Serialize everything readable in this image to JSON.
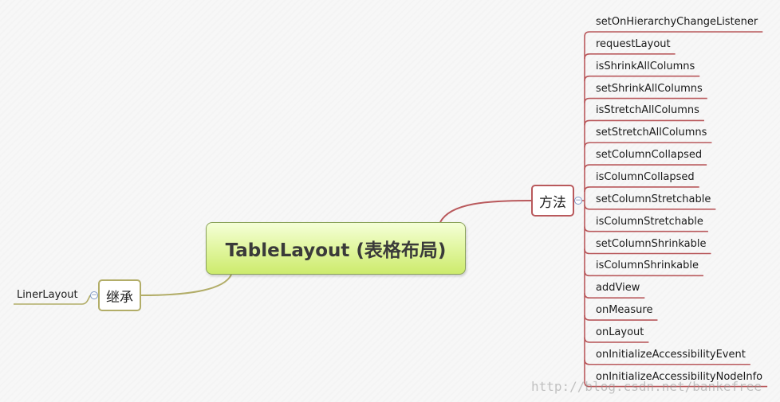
{
  "central_topic": "TableLayout (表格布局)",
  "branches": {
    "methods": {
      "label": "方法",
      "color": "#b9595c",
      "items": [
        "setOnHierarchyChangeListener",
        "requestLayout",
        "isShrinkAllColumns",
        "setShrinkAllColumns",
        "isStretchAllColumns",
        "setStretchAllColumns",
        "setColumnCollapsed",
        "isColumnCollapsed",
        "setColumnStretchable",
        "isColumnStretchable",
        "setColumnShrinkable",
        "isColumnShrinkable",
        "addView",
        "onMeasure",
        "onLayout",
        "onInitializeAccessibilityEvent",
        "onInitializeAccessibilityNodeInfo"
      ]
    },
    "inherit": {
      "label": "继承",
      "color": "#b2ad68",
      "items": [
        "LinerLayout"
      ]
    }
  },
  "collapse_symbol": "−",
  "watermark": "http://blog.csdn.net/bankefree",
  "colors": {
    "central_border": "#8aa25a",
    "central_fill_top": "#f5ffd8",
    "central_fill_bottom": "#cdeb6d",
    "methods_line": "#b9595c",
    "inherit_line": "#b2ad68",
    "collapse_icon": "#7e97c4"
  }
}
